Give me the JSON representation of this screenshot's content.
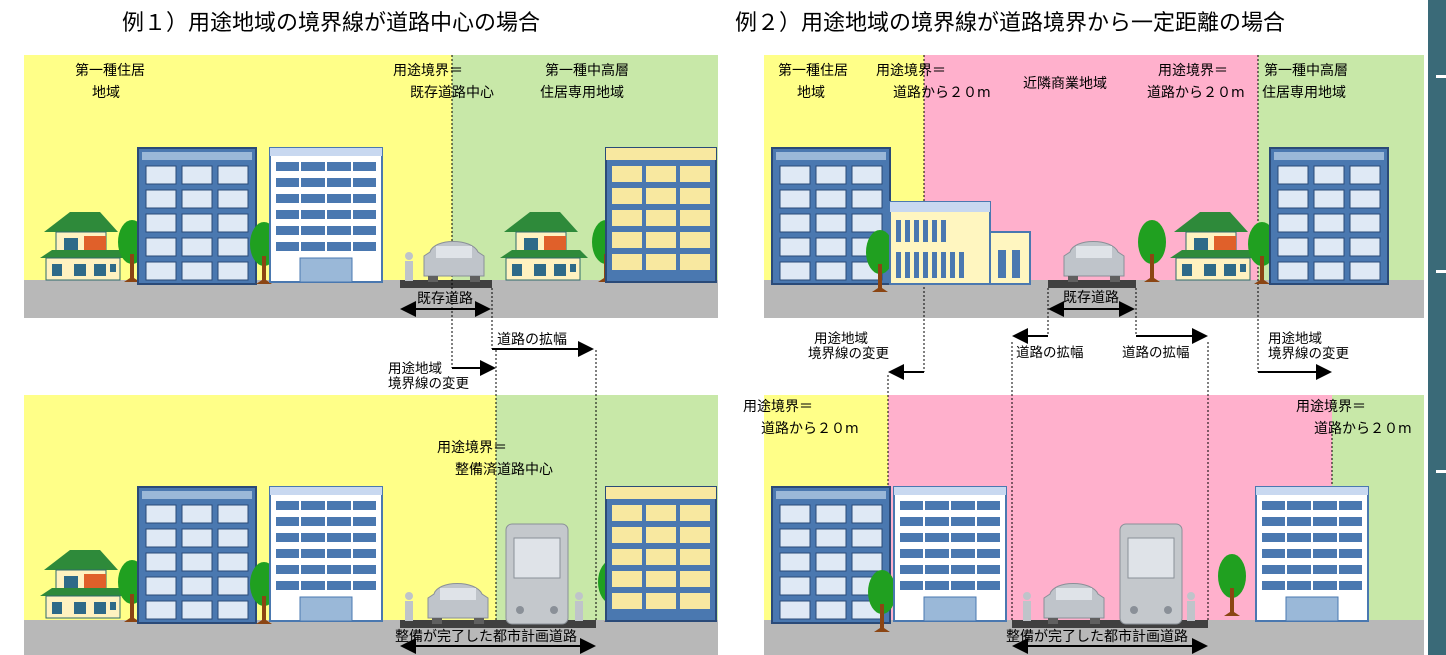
{
  "ex1": {
    "title": "例１）用途地域の境界線が道路中心の場合",
    "top_left_zone": [
      "第一種住居",
      "地域"
    ],
    "top_boundary": [
      "用途境界＝",
      "既存道路中心"
    ],
    "top_right_zone": [
      "第一種中高層",
      "住居専用地域"
    ],
    "existing_road": "既存道路",
    "widening": "道路の拡幅",
    "change": [
      "用途地域",
      "境界線の変更"
    ],
    "bottom_boundary": [
      "用途境界＝",
      "整備済道路中心"
    ],
    "completed_road": "整備が完了した都市計画道路"
  },
  "ex2": {
    "title": "例２）用途地域の境界線が道路境界から一定距離の場合",
    "top_left_zone": [
      "第一種住居",
      "地域"
    ],
    "top_boundary_left": [
      "用途境界＝",
      "道路から２０m"
    ],
    "commercial": "近隣商業地域",
    "top_boundary_right": [
      "用途境界＝",
      "道路から２０m"
    ],
    "top_right_zone": [
      "第一種中高層",
      "住居専用地域"
    ],
    "existing_road": "既存道路",
    "change_left": [
      "用途地域",
      "境界線の変更"
    ],
    "widening_left": "道路の拡幅",
    "widening_right": "道路の拡幅",
    "change_right": [
      "用途地域",
      "境界線の変更"
    ],
    "bottom_boundary_left": [
      "用途境界＝",
      "道路から２０m"
    ],
    "bottom_boundary_right": [
      "用途境界＝",
      "道路から２０m"
    ],
    "completed_road": "整備が完了した都市計画道路"
  },
  "colors": {
    "residential": "#ffff88",
    "high_residential": "#c8e8a8",
    "commercial": "#ffb0cc",
    "road": "#b8b8b8",
    "road_dark": "#404040",
    "building_blue": "#4a78b0",
    "building_cream": "#f8e8a0",
    "tree": "#20a020",
    "trunk": "#8b4513",
    "sidebar": "#3a6a78"
  }
}
